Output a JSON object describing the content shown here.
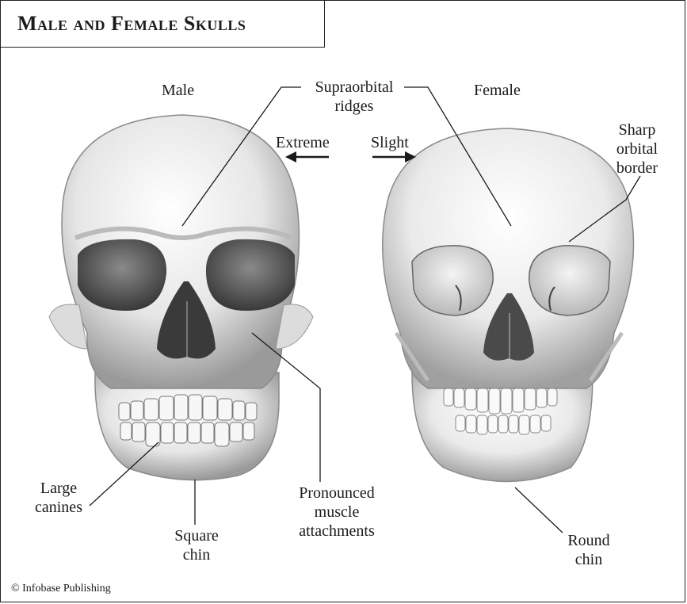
{
  "title": "Male and Female Skulls",
  "labels": {
    "male": "Male",
    "female": "Female",
    "supraorbital": "Supraorbital\nridges",
    "extreme": "Extreme",
    "slight": "Slight",
    "sharp_orbital": "Sharp\norbital\nborder",
    "large_canines": "Large\ncanines",
    "square_chin": "Square\nchin",
    "pronounced": "Pronounced\nmuscle\nattachments",
    "round_chin": "Round\nchin"
  },
  "credit": "© Infobase Publishing",
  "colors": {
    "line": "#1a1a1a",
    "bone": "#eeeeee",
    "shadow": "#555555"
  }
}
